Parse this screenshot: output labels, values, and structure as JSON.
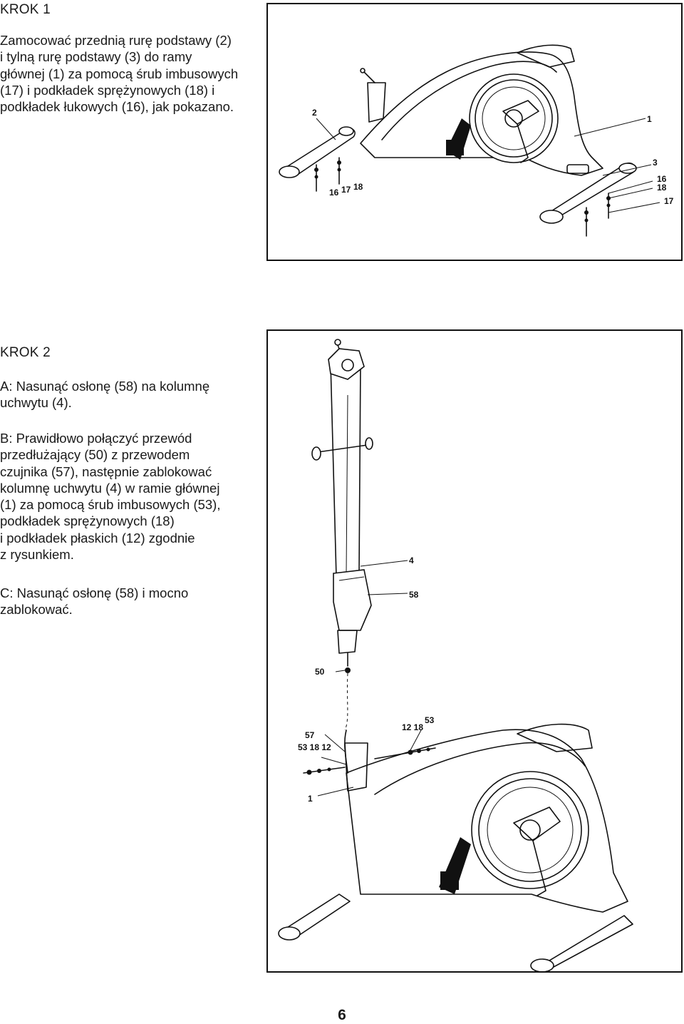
{
  "step1": {
    "heading": "KROK 1",
    "lines": [
      "Zamocować przednią rurę podstawy (2)",
      "i tylną rurę podstawy (3) do ramy",
      "głównej (1) za pomocą śrub imbusowych",
      "(17) i podkładek sprężynowych (18) i",
      "podkładek łukowych (16), jak pokazano."
    ],
    "callouts": {
      "c2": "2",
      "c1": "1",
      "c3": "3",
      "c16a": "16",
      "c17a": "17",
      "c18a": "18",
      "c16b": "16",
      "c18b": "18",
      "c17b": "17"
    }
  },
  "step2": {
    "heading": "KROK 2",
    "a_lines": [
      "A: Nasunąć osłonę (58) na kolumnę",
      "uchwytu (4)."
    ],
    "b_lines": [
      "B: Prawidłowo połączyć przewód",
      "przedłużający (50) z przewodem",
      "czujnika (57), następnie zablokować",
      "kolumnę uchwytu (4) w ramie głównej",
      "(1) za pomocą śrub imbusowych (53),",
      "podkładek sprężynowych (18)",
      "i podkładek płaskich (12) zgodnie",
      "z rysunkiem."
    ],
    "c_lines": [
      "C: Nasunąć osłonę (58) i mocno",
      "zablokować."
    ],
    "callouts": {
      "c4": "4",
      "c58": "58",
      "c50": "50",
      "c57": "57",
      "c53_18_12": "53  18  12",
      "c12_18": "12  18",
      "c53": "53",
      "c1": "1"
    }
  },
  "page_number": "6"
}
